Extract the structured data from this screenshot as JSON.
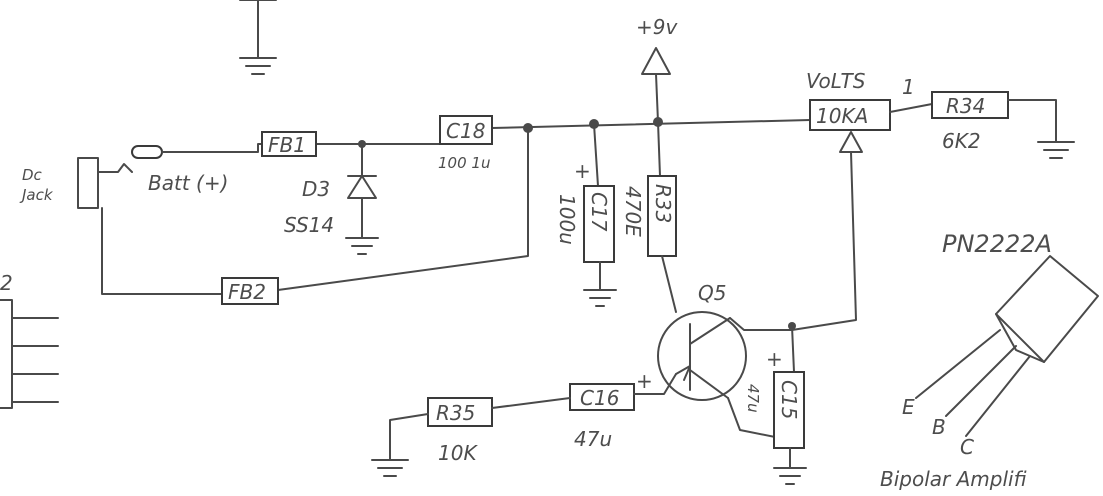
{
  "supply": {
    "label": "+9v"
  },
  "dc_jack": {
    "line1": "Dc",
    "line2": "Jack"
  },
  "batt": {
    "label": "Batt (+)"
  },
  "fb1": {
    "label": "FB1"
  },
  "fb2": {
    "label": "FB2"
  },
  "c18": {
    "name": "C18",
    "value": "100 1u"
  },
  "d3": {
    "name": "D3",
    "part": "SS14"
  },
  "c17": {
    "name": "C17",
    "value": "100u",
    "polarity": "+"
  },
  "r33": {
    "name": "R33",
    "value": "470E"
  },
  "pot": {
    "title": "VoLTS",
    "name": "10KA",
    "pin": "1"
  },
  "r34": {
    "name": "R34",
    "value": "6K2"
  },
  "q5": {
    "name": "Q5"
  },
  "c16": {
    "name": "C16",
    "value": "47u",
    "polarity": "+"
  },
  "r35": {
    "name": "R35",
    "value": "10K"
  },
  "c15": {
    "name": "C15",
    "value": "47u",
    "polarity": "+"
  },
  "transistor": {
    "part": "PN2222A",
    "pin_e": "E",
    "pin_b": "B",
    "pin_c": "C",
    "caption": "Bipolar Amplifi"
  },
  "edge": {
    "label": "2"
  },
  "colors": {
    "ink": "#4a4a4a",
    "paper": "#ffffff"
  }
}
